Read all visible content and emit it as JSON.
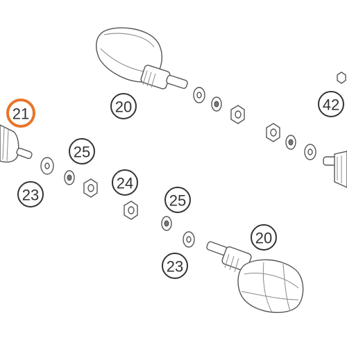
{
  "callouts": [
    {
      "id": "c21",
      "label": "21",
      "highlight": true
    },
    {
      "id": "c20a",
      "label": "20",
      "highlight": false
    },
    {
      "id": "c42",
      "label": "42",
      "highlight": false
    },
    {
      "id": "c25a",
      "label": "25",
      "highlight": false
    },
    {
      "id": "c23a",
      "label": "23",
      "highlight": false
    },
    {
      "id": "c24",
      "label": "24",
      "highlight": false
    },
    {
      "id": "c25b",
      "label": "25",
      "highlight": false
    },
    {
      "id": "c20b",
      "label": "20",
      "highlight": false
    },
    {
      "id": "c23b",
      "label": "23",
      "highlight": false
    }
  ],
  "colors": {
    "highlight": "#e8742a",
    "outline": "#333333"
  }
}
